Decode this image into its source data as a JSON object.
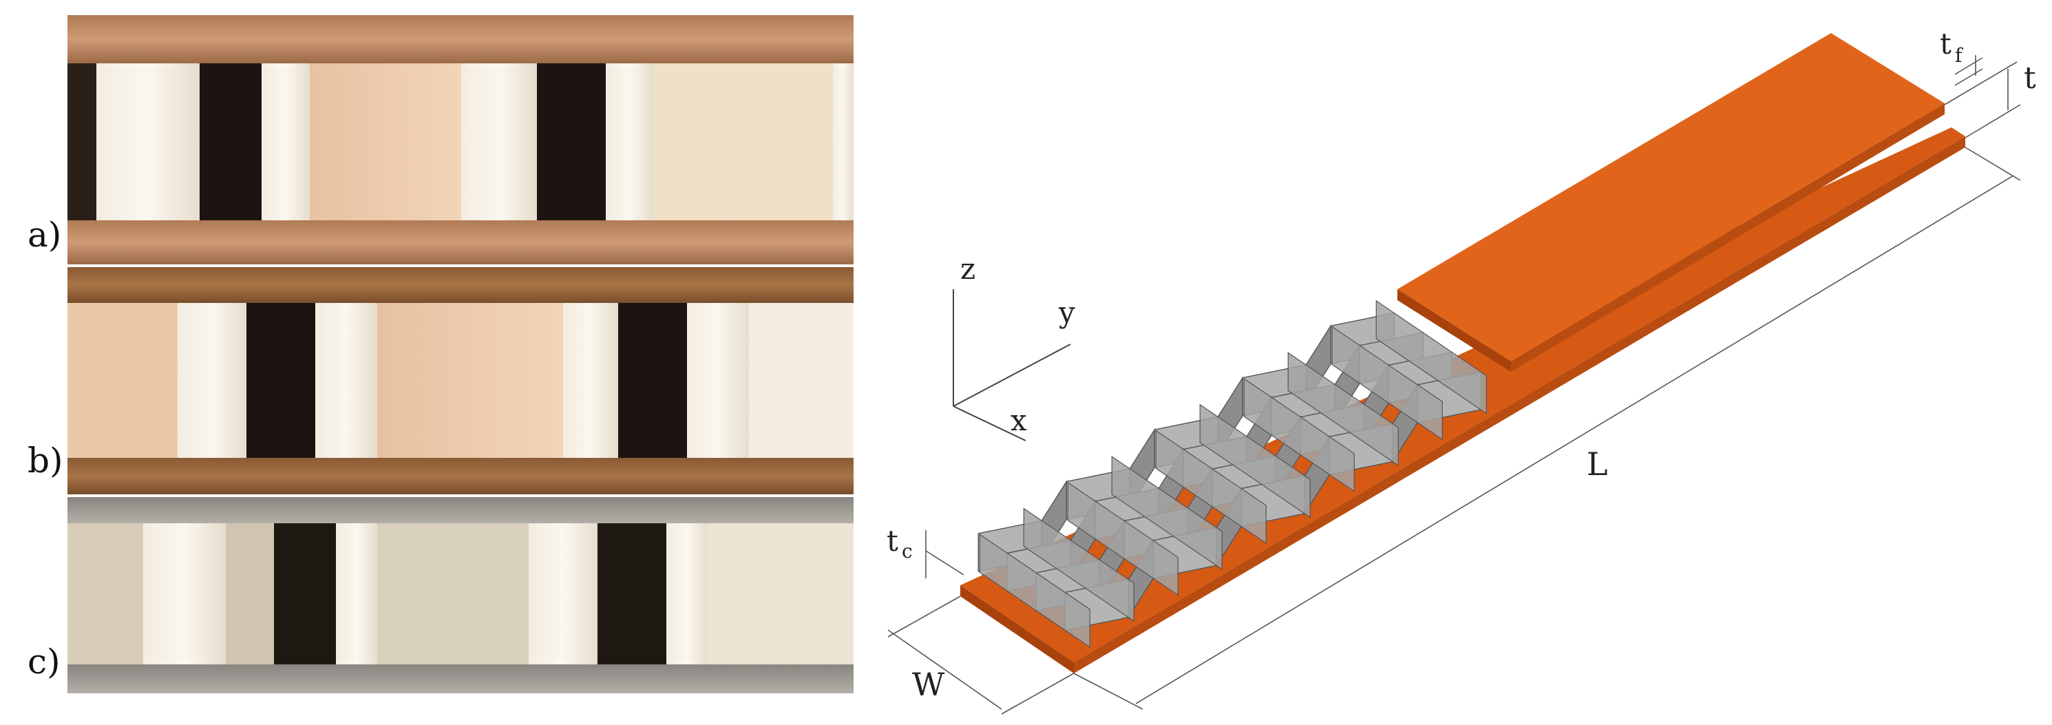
{
  "figure": {
    "photo_labels": [
      "a)",
      "b)",
      "c)"
    ],
    "axes": {
      "z": "z",
      "y": "y",
      "x": "x"
    },
    "dimensions": {
      "t_f_main": "t",
      "t_f_sub": "f",
      "t": "t",
      "L": "L",
      "W": "W",
      "t_c_main": "t",
      "t_c_sub": "c"
    },
    "colors": {
      "face_sheet": "#d65a14",
      "face_sheet_top": "#e0651b",
      "face_sheet_edge": "#a8410c",
      "core_wall": "#b5b5b5",
      "core_wall_dark": "#8d8d8d",
      "line": "#555555"
    }
  }
}
